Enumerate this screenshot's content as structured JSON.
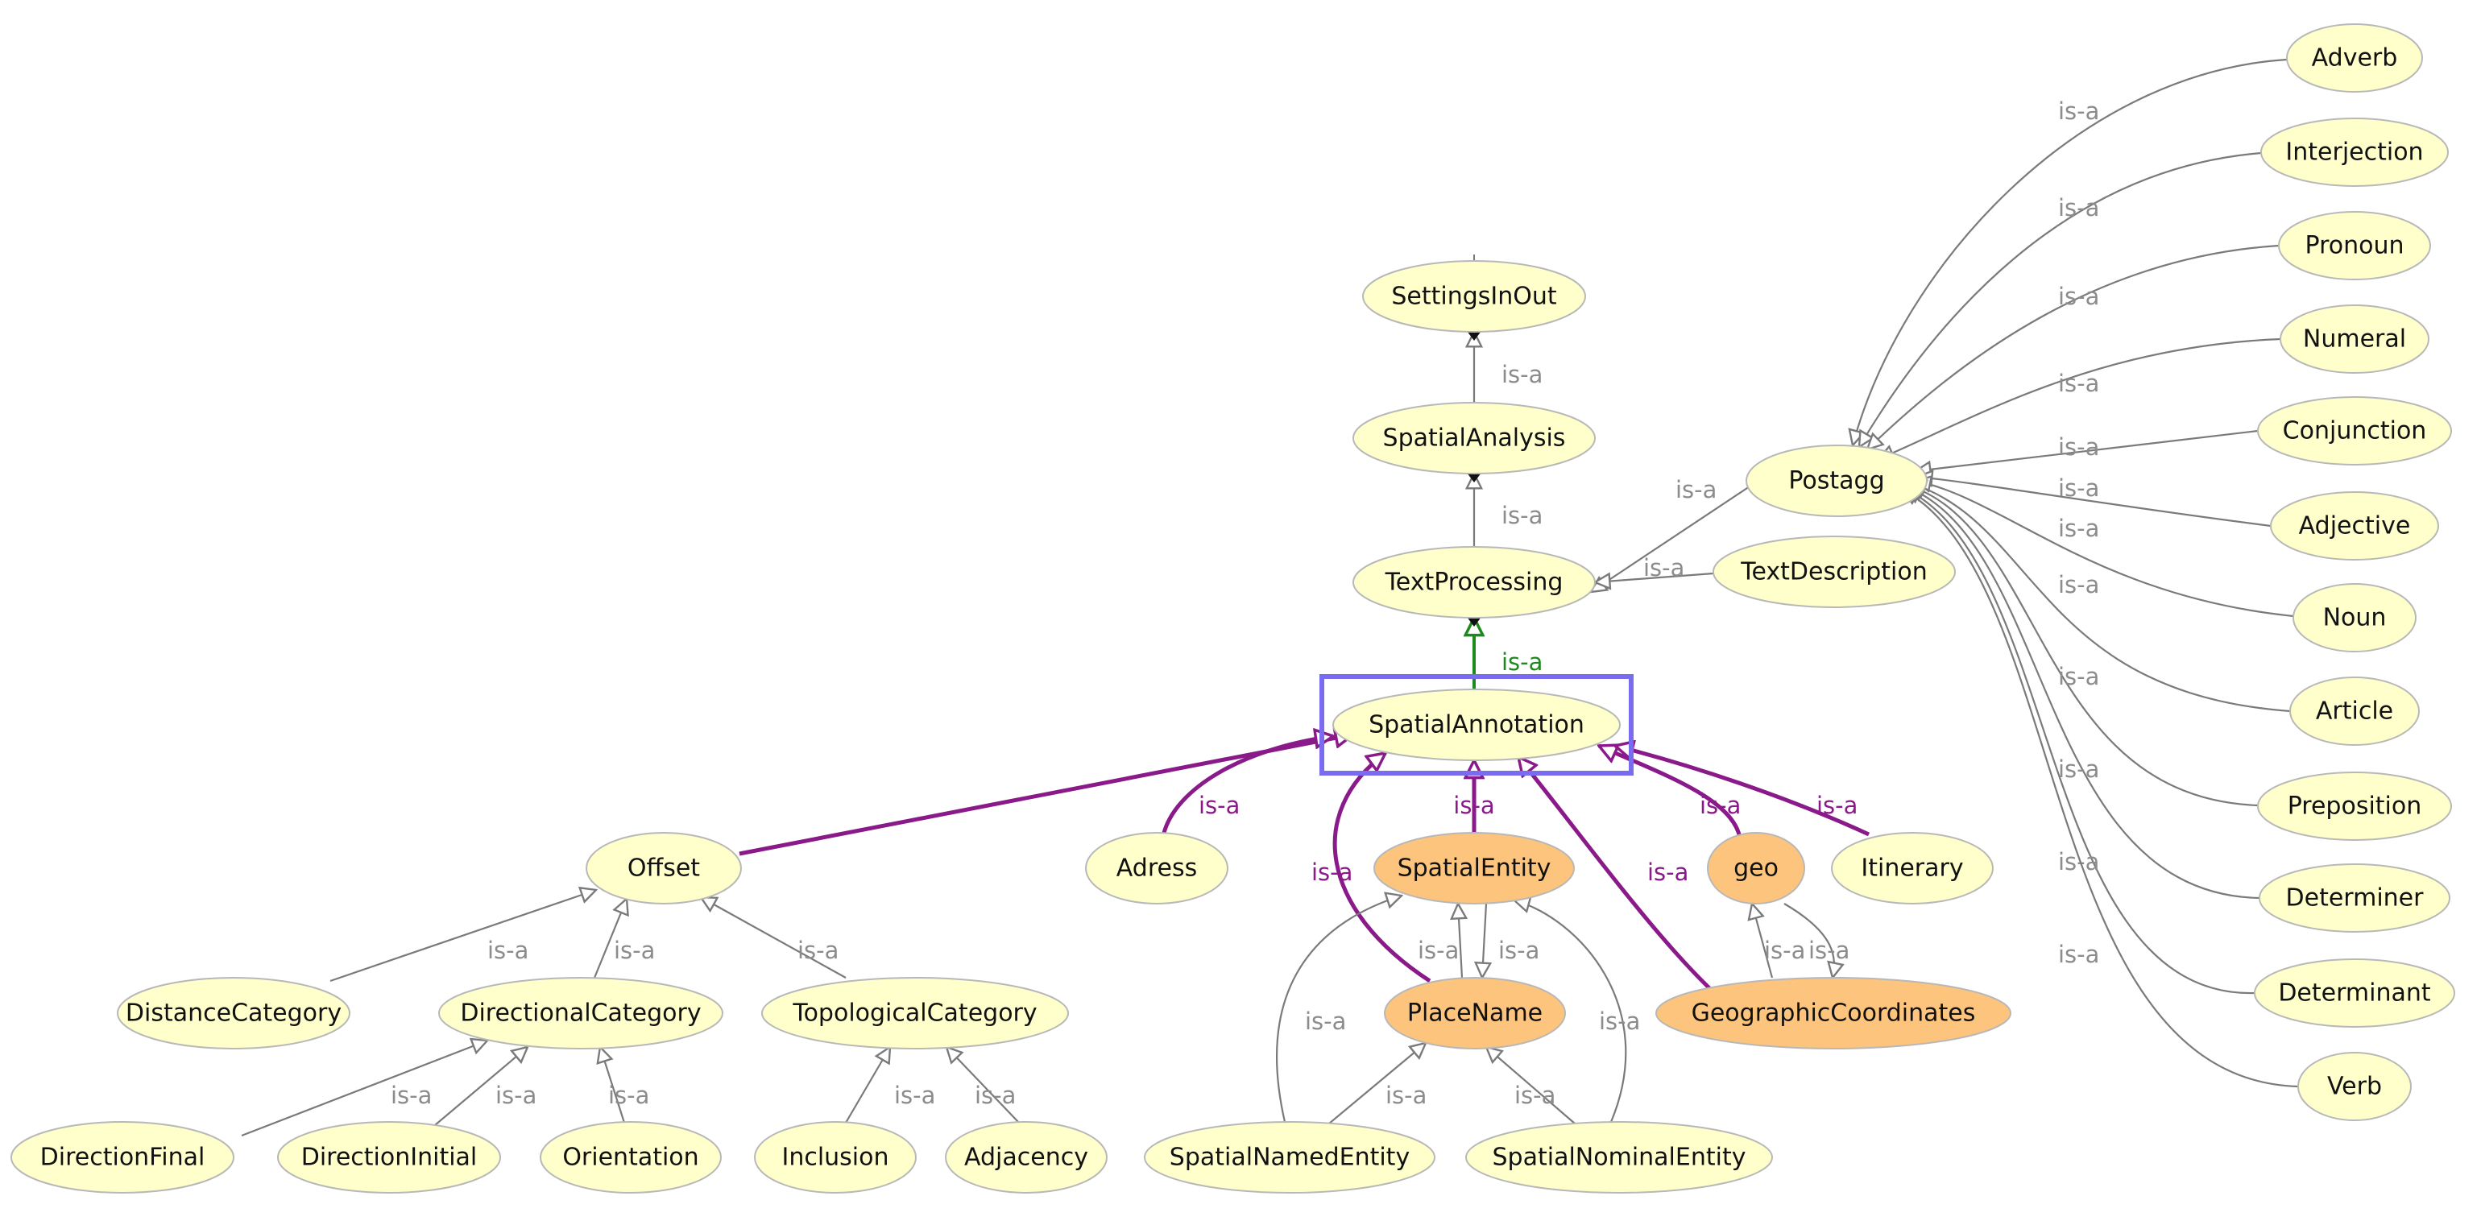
{
  "colors": {
    "node_default": "#ffffcc",
    "node_highlight": "#fcc47c",
    "node_stroke": "#b8b8b8",
    "edge_default": "#7a7a7a",
    "edge_purple": "#8a1a8a",
    "edge_green": "#1e8a1e",
    "label_default": "#8c8c8c",
    "label_purple": "#8a1a8a",
    "label_green": "#1e8a1e",
    "selection_box": "#7a6cf0"
  },
  "relation_label": "is-a",
  "nodes": [
    {
      "id": "settingsinout",
      "label": "SettingsInOut",
      "style": "default"
    },
    {
      "id": "spatialanalysis",
      "label": "SpatialAnalysis",
      "style": "default"
    },
    {
      "id": "textprocessing",
      "label": "TextProcessing",
      "style": "default"
    },
    {
      "id": "textdescription",
      "label": "TextDescription",
      "style": "default"
    },
    {
      "id": "postagg",
      "label": "Postagg",
      "style": "default"
    },
    {
      "id": "spatialannotation",
      "label": "SpatialAnnotation",
      "style": "default",
      "selected": true
    },
    {
      "id": "offset",
      "label": "Offset",
      "style": "default"
    },
    {
      "id": "adress",
      "label": "Adress",
      "style": "default"
    },
    {
      "id": "spatialentity",
      "label": "SpatialEntity",
      "style": "highlight"
    },
    {
      "id": "geo",
      "label": "geo",
      "style": "highlight"
    },
    {
      "id": "itinerary",
      "label": "Itinerary",
      "style": "default"
    },
    {
      "id": "distancecategory",
      "label": "DistanceCategory",
      "style": "default"
    },
    {
      "id": "directionalcategory",
      "label": "DirectionalCategory",
      "style": "default"
    },
    {
      "id": "topologicalcategory",
      "label": "TopologicalCategory",
      "style": "default"
    },
    {
      "id": "placename",
      "label": "PlaceName",
      "style": "highlight"
    },
    {
      "id": "geographiccoordinates",
      "label": "GeographicCoordinates",
      "style": "highlight"
    },
    {
      "id": "directionfinal",
      "label": "DirectionFinal",
      "style": "default"
    },
    {
      "id": "directioninitial",
      "label": "DirectionInitial",
      "style": "default"
    },
    {
      "id": "orientation",
      "label": "Orientation",
      "style": "default"
    },
    {
      "id": "inclusion",
      "label": "Inclusion",
      "style": "default"
    },
    {
      "id": "adjacency",
      "label": "Adjacency",
      "style": "default"
    },
    {
      "id": "spatialnamedentity",
      "label": "SpatialNamedEntity",
      "style": "default"
    },
    {
      "id": "spatialnominalentity",
      "label": "SpatialNominalEntity",
      "style": "default"
    },
    {
      "id": "adverb",
      "label": "Adverb",
      "style": "default"
    },
    {
      "id": "interjection",
      "label": "Interjection",
      "style": "default"
    },
    {
      "id": "pronoun",
      "label": "Pronoun",
      "style": "default"
    },
    {
      "id": "numeral",
      "label": "Numeral",
      "style": "default"
    },
    {
      "id": "conjunction",
      "label": "Conjunction",
      "style": "default"
    },
    {
      "id": "adjective",
      "label": "Adjective",
      "style": "default"
    },
    {
      "id": "noun",
      "label": "Noun",
      "style": "default"
    },
    {
      "id": "article",
      "label": "Article",
      "style": "default"
    },
    {
      "id": "preposition",
      "label": "Preposition",
      "style": "default"
    },
    {
      "id": "determiner",
      "label": "Determiner",
      "style": "default"
    },
    {
      "id": "determinant",
      "label": "Determinant",
      "style": "default"
    },
    {
      "id": "verb",
      "label": "Verb",
      "style": "default"
    }
  ],
  "edges": [
    {
      "from": "spatialanalysis",
      "to": "settingsinout",
      "label": "is-a",
      "style": "default"
    },
    {
      "from": "textprocessing",
      "to": "spatialanalysis",
      "label": "is-a",
      "style": "default"
    },
    {
      "from": "spatialannotation",
      "to": "textprocessing",
      "label": "is-a",
      "style": "green"
    },
    {
      "from": "postagg",
      "to": "textprocessing",
      "label": "is-a",
      "style": "default"
    },
    {
      "from": "textdescription",
      "to": "textprocessing",
      "label": "is-a",
      "style": "default"
    },
    {
      "from": "offset",
      "to": "spatialannotation",
      "label": "",
      "style": "purple"
    },
    {
      "from": "adress",
      "to": "spatialannotation",
      "label": "is-a",
      "style": "purple"
    },
    {
      "from": "placename",
      "to": "spatialannotation",
      "label": "is-a",
      "style": "purple"
    },
    {
      "from": "spatialentity",
      "to": "spatialannotation",
      "label": "is-a",
      "style": "purple"
    },
    {
      "from": "geographiccoordinates",
      "to": "spatialannotation",
      "label": "is-a",
      "style": "purple"
    },
    {
      "from": "geo",
      "to": "spatialannotation",
      "label": "is-a",
      "style": "purple"
    },
    {
      "from": "itinerary",
      "to": "spatialannotation",
      "label": "is-a",
      "style": "purple"
    },
    {
      "from": "distancecategory",
      "to": "offset",
      "label": "is-a",
      "style": "default"
    },
    {
      "from": "directionalcategory",
      "to": "offset",
      "label": "is-a",
      "style": "default"
    },
    {
      "from": "topologicalcategory",
      "to": "offset",
      "label": "is-a",
      "style": "default"
    },
    {
      "from": "directionfinal",
      "to": "directionalcategory",
      "label": "is-a",
      "style": "default"
    },
    {
      "from": "directioninitial",
      "to": "directionalcategory",
      "label": "is-a",
      "style": "default"
    },
    {
      "from": "orientation",
      "to": "directionalcategory",
      "label": "is-a",
      "style": "default"
    },
    {
      "from": "inclusion",
      "to": "topologicalcategory",
      "label": "is-a",
      "style": "default"
    },
    {
      "from": "adjacency",
      "to": "topologicalcategory",
      "label": "is-a",
      "style": "default"
    },
    {
      "from": "placename",
      "to": "spatialentity",
      "label": "is-a",
      "style": "default"
    },
    {
      "from": "spatialentity",
      "to": "placename",
      "label": "is-a",
      "style": "default"
    },
    {
      "from": "spatialnamedentity",
      "to": "spatialentity",
      "label": "is-a",
      "style": "default"
    },
    {
      "from": "spatialnominalentity",
      "to": "spatialentity",
      "label": "is-a",
      "style": "default"
    },
    {
      "from": "spatialnamedentity",
      "to": "placename",
      "label": "is-a",
      "style": "default"
    },
    {
      "from": "spatialnominalentity",
      "to": "placename",
      "label": "is-a",
      "style": "default"
    },
    {
      "from": "geographiccoordinates",
      "to": "geo",
      "label": "is-a",
      "style": "default"
    },
    {
      "from": "geo",
      "to": "geographiccoordinates",
      "label": "is-a",
      "style": "default"
    },
    {
      "from": "adverb",
      "to": "postagg",
      "label": "is-a",
      "style": "default"
    },
    {
      "from": "interjection",
      "to": "postagg",
      "label": "is-a",
      "style": "default"
    },
    {
      "from": "pronoun",
      "to": "postagg",
      "label": "is-a",
      "style": "default"
    },
    {
      "from": "numeral",
      "to": "postagg",
      "label": "is-a",
      "style": "default"
    },
    {
      "from": "conjunction",
      "to": "postagg",
      "label": "is-a",
      "style": "default"
    },
    {
      "from": "adjective",
      "to": "postagg",
      "label": "is-a",
      "style": "default"
    },
    {
      "from": "noun",
      "to": "postagg",
      "label": "is-a",
      "style": "default"
    },
    {
      "from": "article",
      "to": "postagg",
      "label": "is-a",
      "style": "default"
    },
    {
      "from": "preposition",
      "to": "postagg",
      "label": "is-a",
      "style": "default"
    },
    {
      "from": "determiner",
      "to": "postagg",
      "label": "is-a",
      "style": "default"
    },
    {
      "from": "determinant",
      "to": "postagg",
      "label": "is-a",
      "style": "default"
    },
    {
      "from": "verb",
      "to": "postagg",
      "label": "is-a",
      "style": "default"
    }
  ]
}
